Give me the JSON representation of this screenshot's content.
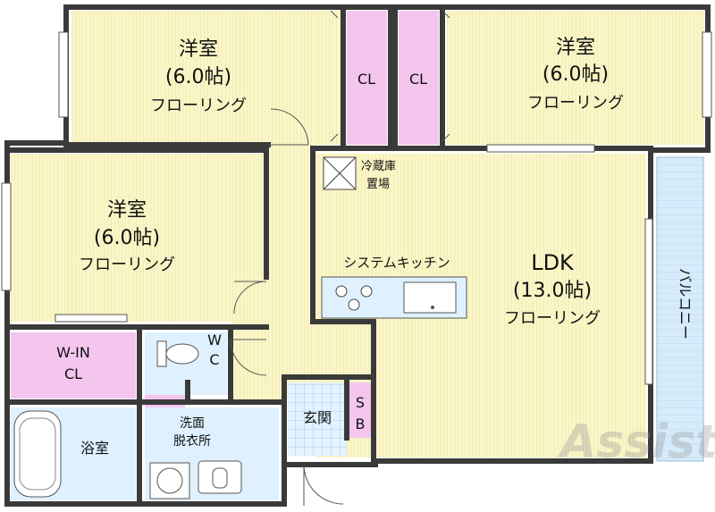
{
  "rooms": {
    "bedroom_top_left": {
      "name": "洋室",
      "size": "(6.0帖)",
      "floor": "フローリング"
    },
    "bedroom_top_right": {
      "name": "洋室",
      "size": "(6.0帖)",
      "floor": "フローリング"
    },
    "bedroom_left": {
      "name": "洋室",
      "size": "(6.0帖)",
      "floor": "フローリング"
    },
    "ldk": {
      "name": "LDK",
      "size": "(13.0帖)",
      "floor": "フローリング"
    },
    "closet_1": "CL",
    "closet_2": "CL",
    "walk_in_closet_line1": "W-IN",
    "walk_in_closet_line2": "CL",
    "toilet_line1": "W",
    "toilet_line2": "C",
    "fridge_line1": "冷蔵庫",
    "fridge_line2": "置場",
    "kitchen": "システムキッチン",
    "balcony": "バルコニー",
    "entrance": "玄関",
    "shoe_box_line1": "S",
    "shoe_box_line2": "B",
    "washroom_line1": "洗面",
    "washroom_line2": "脱衣所",
    "bathroom": "浴室"
  },
  "watermark": "Assist",
  "colors": {
    "floor": "#fbf6c8",
    "closet": "#f4c6ee",
    "wet_area": "#dff1ff",
    "balcony": "#d6ecfb",
    "wall": "#3a3a3a"
  }
}
